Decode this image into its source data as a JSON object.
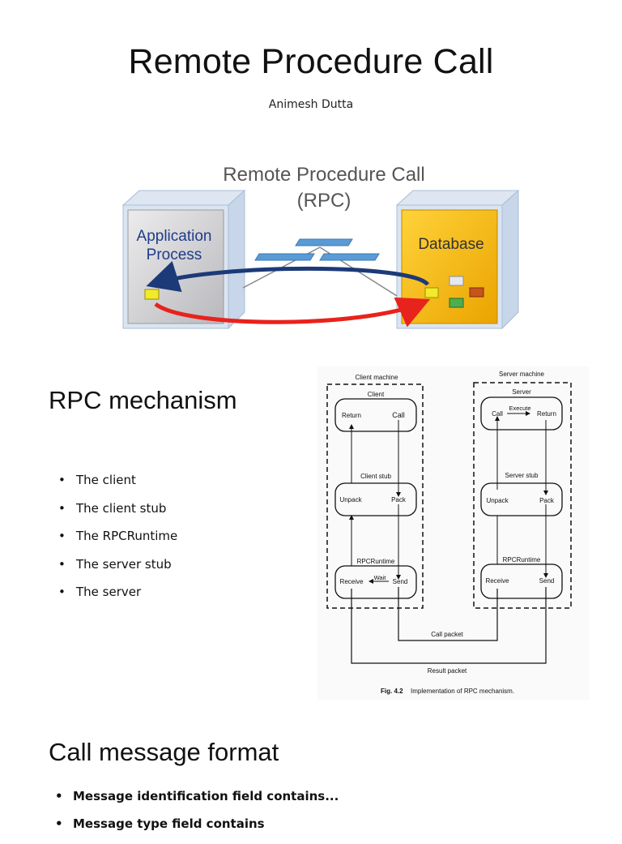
{
  "slide1": {
    "title": "Remote Procedure Call",
    "author": "Animesh Dutta",
    "figure": {
      "heading_line1": "Remote Procedure Call",
      "heading_line2": "(RPC)",
      "left_box_line1": "Application",
      "left_box_line2": "Process",
      "right_box_label": "Database",
      "colors": {
        "left_box": "#d4d4d6",
        "right_box": "#f7b500",
        "request_arrow": "#e8221c",
        "response_arrow": "#1c3a78",
        "network": "#5b9bd5"
      }
    }
  },
  "slide2": {
    "title": "RPC mechanism",
    "bullets": [
      "The client",
      "The client stub",
      "The RPCRuntime",
      "The server stub",
      "The server"
    ],
    "figure": {
      "client_machine": "Client machine",
      "server_machine": "Server machine",
      "client": "Client",
      "client_return": "Return",
      "client_call": "Call",
      "client_stub": "Client stub",
      "client_unpack": "Unpack",
      "client_pack": "Pack",
      "client_runtime": "RPCRuntime",
      "client_receive": "Receive",
      "client_wait": "Wait",
      "client_send": "Send",
      "server": "Server",
      "server_call": "Call",
      "server_execute": "Execute",
      "server_return": "Return",
      "server_stub": "Server stub",
      "server_unpack": "Unpack",
      "server_pack": "Pack",
      "server_runtime": "RPCRuntime",
      "server_receive": "Receive",
      "server_send": "Send",
      "call_packet": "Call packet",
      "result_packet": "Result packet",
      "caption_num": "Fig. 4.2",
      "caption_text": "Implementation of RPC mechanism."
    }
  },
  "slide3": {
    "title": "Call message format",
    "bullets": [
      "Message identification field contains...",
      "Message type field contains"
    ]
  }
}
